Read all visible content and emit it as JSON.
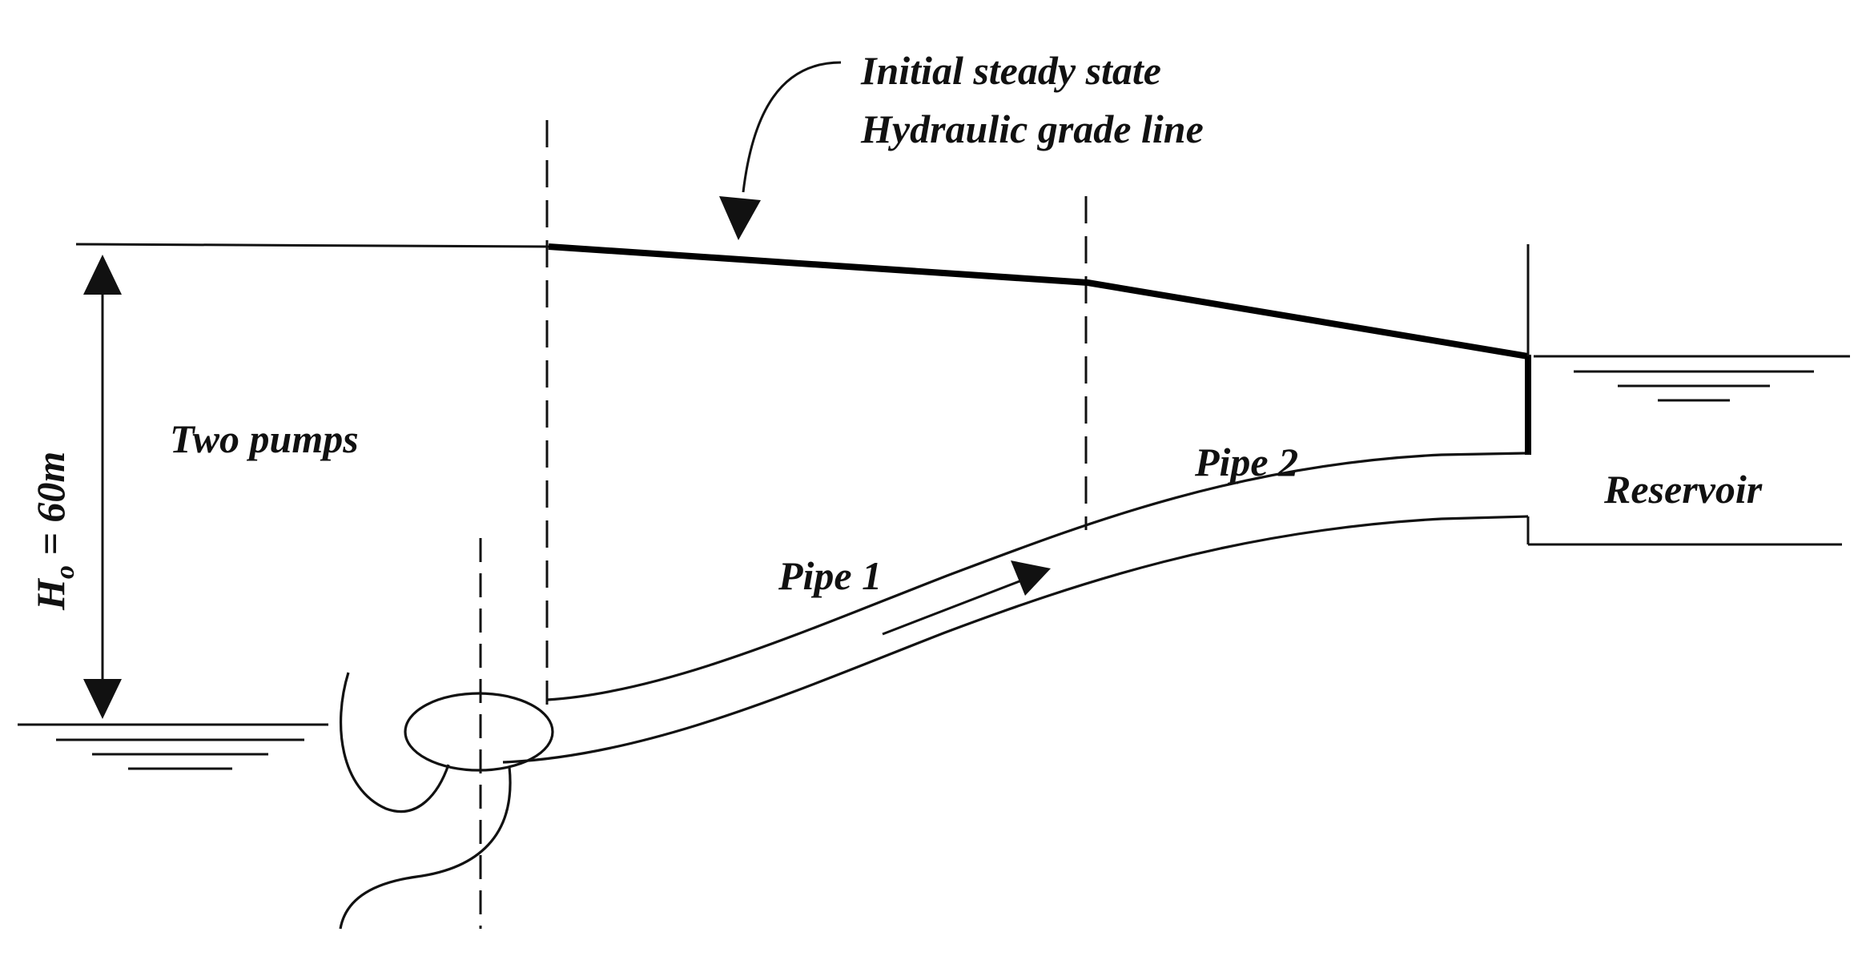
{
  "labels": {
    "hgl_line1": "Initial steady state",
    "hgl_line2": "Hydraulic grade line",
    "head": "H",
    "head_sub": "o",
    "head_value": " = 60m",
    "pumps": "Two pumps",
    "pipe1": "Pipe 1",
    "pipe2": "Pipe 2",
    "reservoir": "Reservoir"
  },
  "colors": {
    "ink": "#111111",
    "background": "#ffffff"
  }
}
